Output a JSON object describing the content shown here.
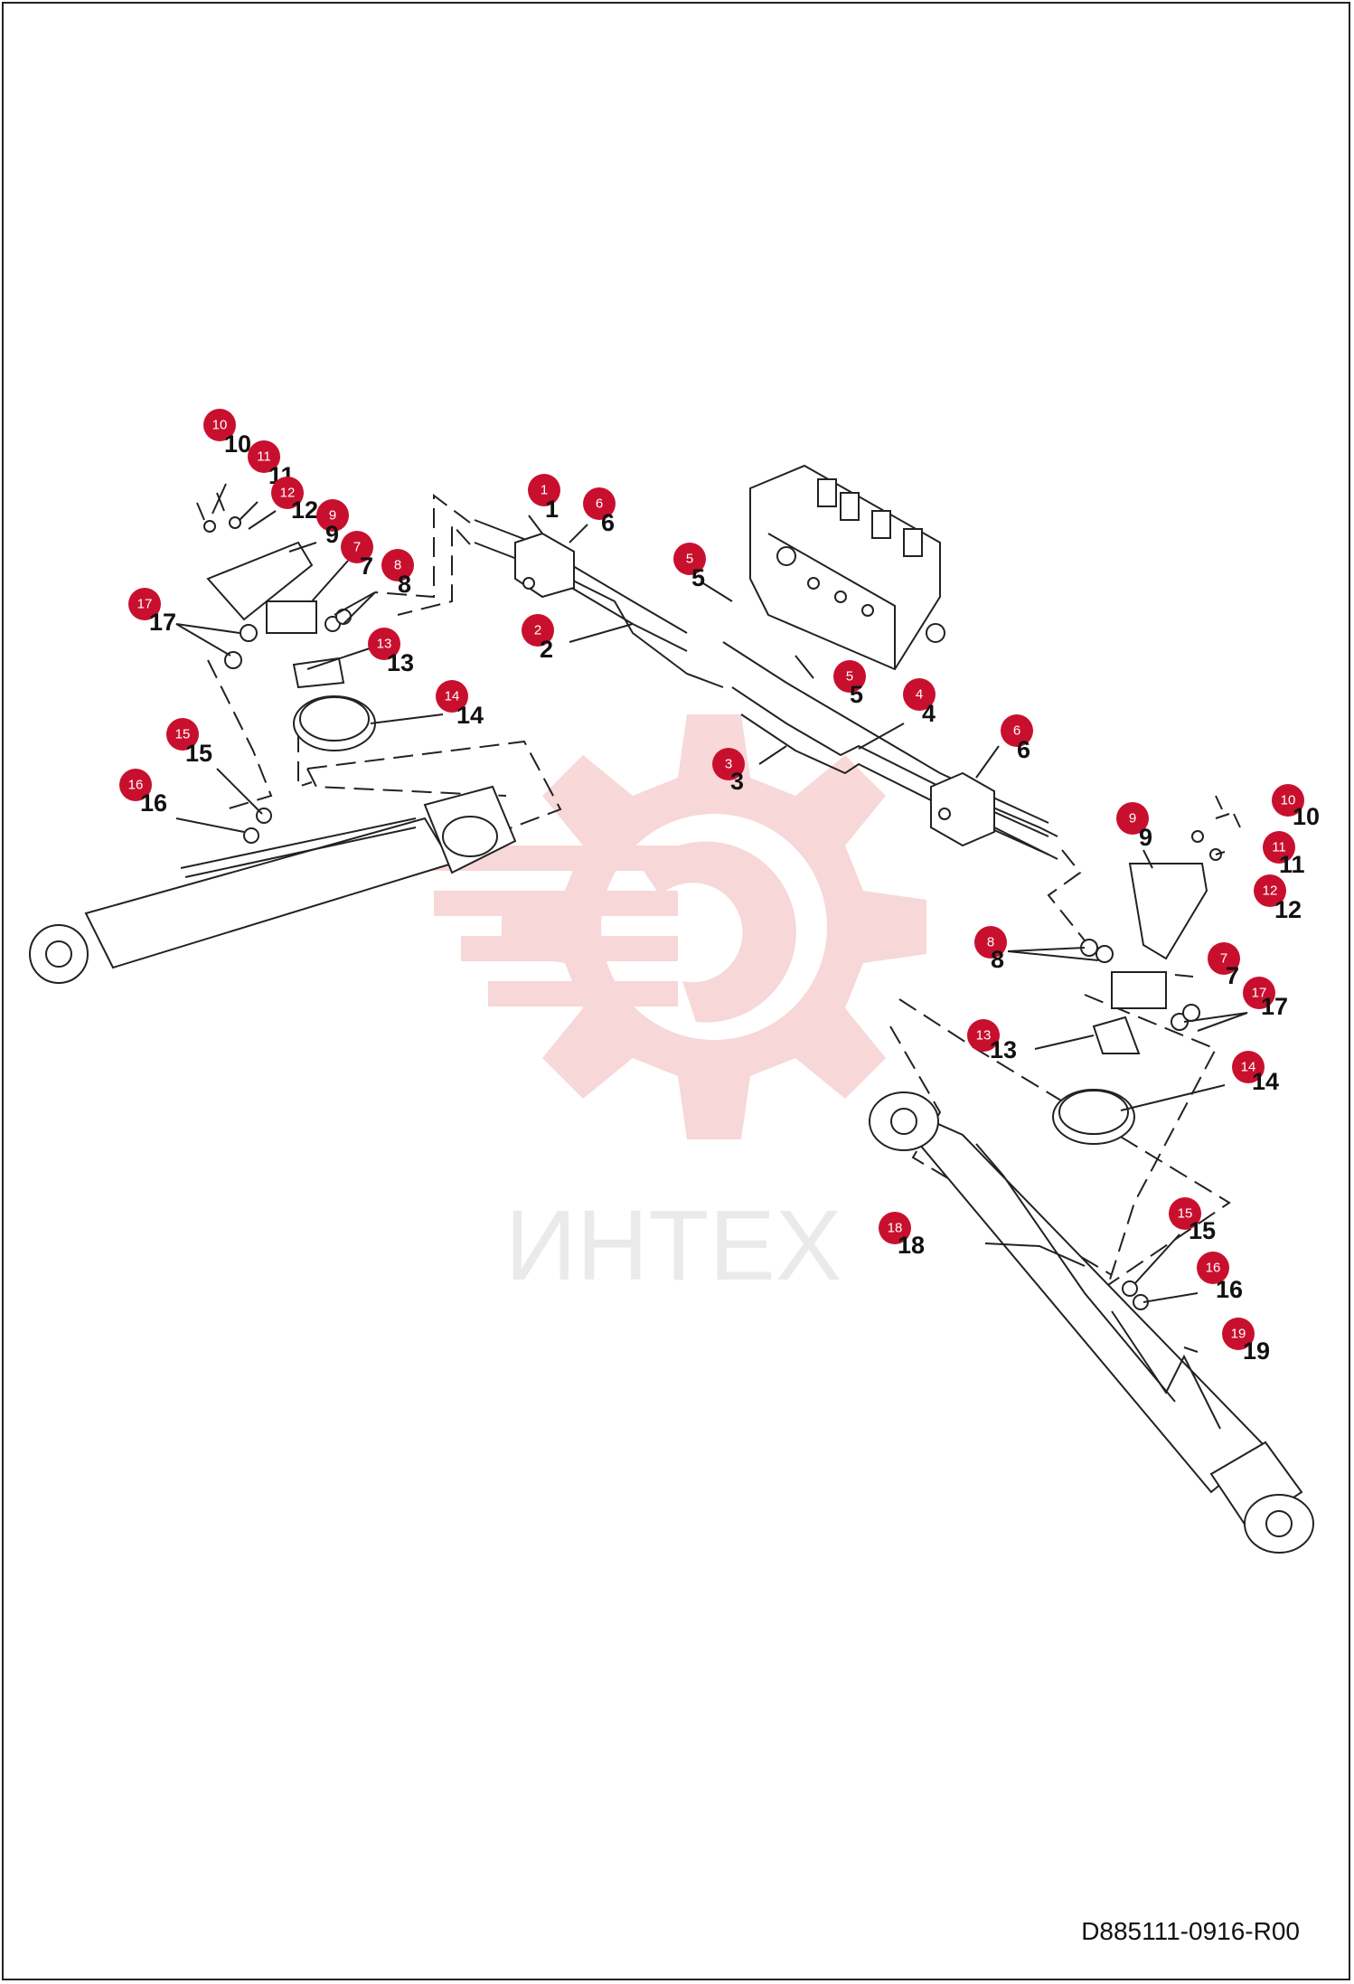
{
  "drawing_number": "D885111-0916-R00",
  "watermark_text": "ИНТЕХ",
  "colors": {
    "callout": "#c8102e",
    "watermark": "#f2b8b8",
    "line": "#222222"
  },
  "callouts": [
    {
      "badge": "10",
      "label": "10"
    },
    {
      "badge": "11",
      "label": "11"
    },
    {
      "badge": "12",
      "label": "12"
    },
    {
      "badge": "9",
      "label": "9"
    },
    {
      "badge": "7",
      "label": "7"
    },
    {
      "badge": "8",
      "label": "8"
    },
    {
      "badge": "17",
      "label": "17"
    },
    {
      "badge": "13",
      "label": "13"
    },
    {
      "badge": "14",
      "label": "14"
    },
    {
      "badge": "15",
      "label": "15"
    },
    {
      "badge": "16",
      "label": "16"
    },
    {
      "badge": "1",
      "label": "1"
    },
    {
      "badge": "6",
      "label": "6"
    },
    {
      "badge": "2",
      "label": "2"
    },
    {
      "badge": "5",
      "label": "5"
    },
    {
      "badge": "5",
      "label": "5"
    },
    {
      "badge": "4",
      "label": "4"
    },
    {
      "badge": "3",
      "label": "3"
    },
    {
      "badge": "6",
      "label": "6"
    },
    {
      "badge": "9",
      "label": "9"
    },
    {
      "badge": "10",
      "label": "10"
    },
    {
      "badge": "11",
      "label": "11"
    },
    {
      "badge": "12",
      "label": "12"
    },
    {
      "badge": "8",
      "label": "8"
    },
    {
      "badge": "7",
      "label": "7"
    },
    {
      "badge": "17",
      "label": "17"
    },
    {
      "badge": "13",
      "label": "13"
    },
    {
      "badge": "14",
      "label": "14"
    },
    {
      "badge": "15",
      "label": "15"
    },
    {
      "badge": "16",
      "label": "16"
    },
    {
      "badge": "18",
      "label": "18"
    },
    {
      "badge": "19",
      "label": "19"
    }
  ]
}
